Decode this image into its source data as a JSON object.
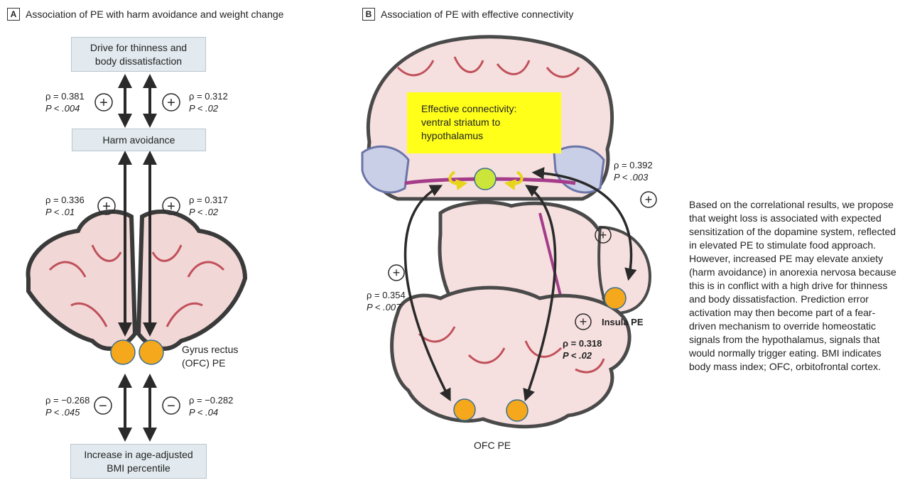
{
  "panel_a": {
    "letter": "A",
    "title": "Association of PE with harm avoidance and weight change",
    "box_top": [
      "Drive for thinness and",
      "body dissatisfaction"
    ],
    "box_middle": "Harm avoidance",
    "box_bottom": [
      "Increase in age-adjusted",
      "BMI percentile"
    ],
    "stat_top_left": {
      "rho": "ρ = 0.381",
      "p": "P < .004",
      "sign": "+"
    },
    "stat_top_right": {
      "rho": "ρ = 0.312",
      "p": "P < .02",
      "sign": "+"
    },
    "stat_mid_left": {
      "rho": "ρ = 0.336",
      "p": "P < .01",
      "sign": "+"
    },
    "stat_mid_right": {
      "rho": "ρ = 0.317",
      "p": "P < .02",
      "sign": "+"
    },
    "stat_bot_left": {
      "rho": "ρ = −0.268",
      "p": "P < .045",
      "sign": "−"
    },
    "stat_bot_right": {
      "rho": "ρ = −0.282",
      "p": "P < .04",
      "sign": "−"
    },
    "gyrus_label": [
      "Gyrus rectus",
      "(OFC) PE"
    ]
  },
  "panel_b": {
    "letter": "B",
    "title": "Association of PE with effective connectivity",
    "yellow_box": [
      "Effective connectivity:",
      "ventral striatum to",
      "hypothalamus"
    ],
    "stat_insula": {
      "rho": "ρ = 0.392",
      "p": "P < .003",
      "sign": "+"
    },
    "stat_left": {
      "rho": "ρ = 0.354",
      "p": "P < .007",
      "sign": "+"
    },
    "stat_right": {
      "rho": "ρ = 0.318",
      "p": "P < .02",
      "sign": "+"
    },
    "insula_label": "Insula PE",
    "ofc_label": "OFC PE"
  },
  "caption": "Based on the correlational results, we propose that weight loss is associated with expected sensitization of the dopamine system, reflected in elevated PE to stimulate food approach. However, increased PE may elevate anxiety (harm avoidance) in anorexia nervosa because this is in conflict with a high drive for thinness and body dissatisfaction. Prediction error activation may then become part of a fear-driven mechanism to override homeostatic signals from the hypothalamus, signals that would normally trigger eating. BMI indicates body mass index; OFC, orbitofrontal cortex.",
  "colors": {
    "box_fill": "#e2eaef",
    "highlight": "#ffff1a",
    "node": "#f5a81c",
    "node_light": "#cbe53a",
    "tissue": "#f2d7d7",
    "tissue_edge": "#c0505a",
    "dark": "#2a2a2a"
  }
}
